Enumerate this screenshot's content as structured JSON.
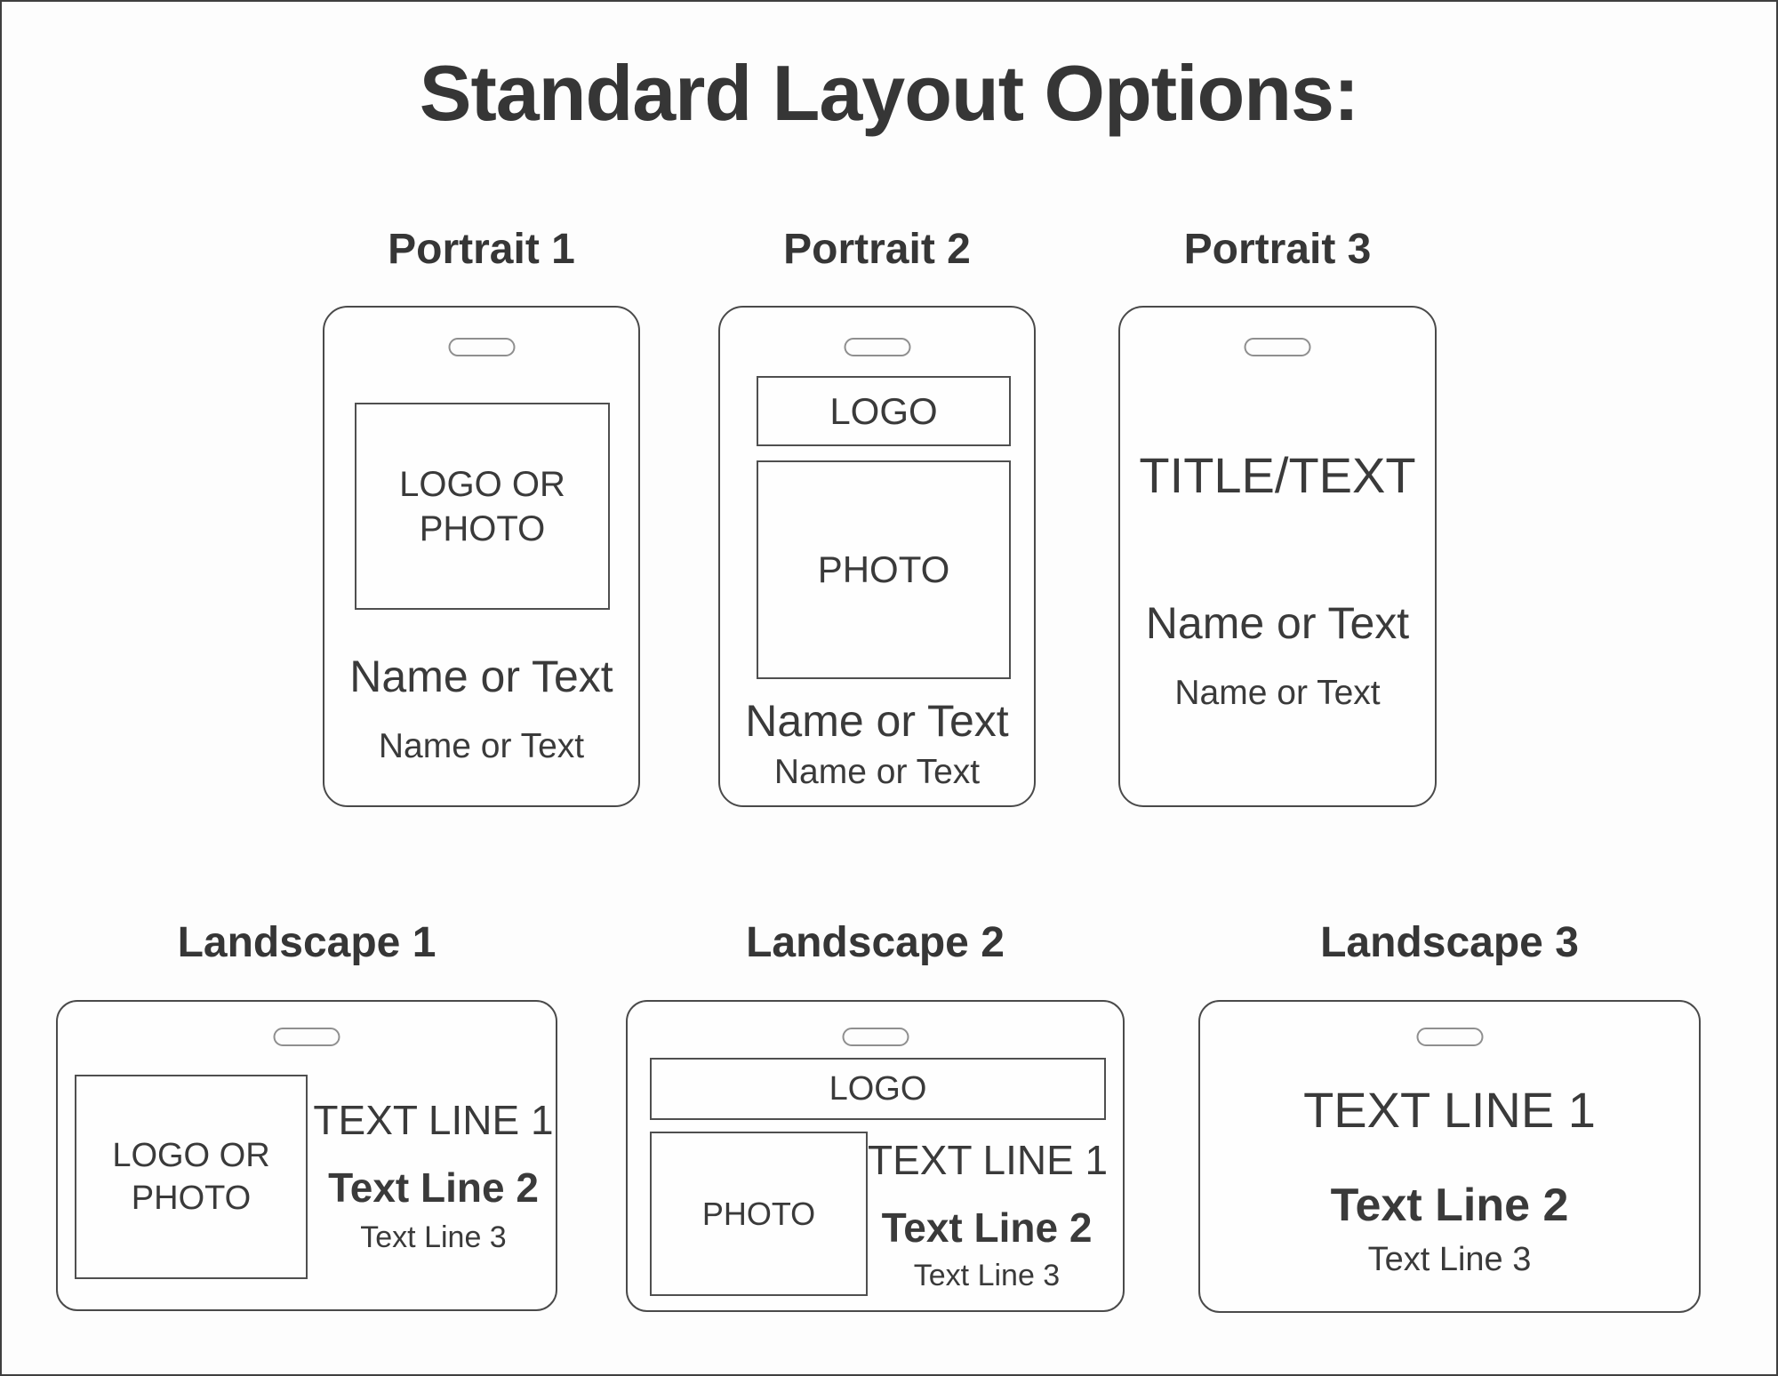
{
  "page": {
    "title": "Standard Layout Options:",
    "background": "#fdfdfd",
    "border_color": "#3f3f3f",
    "text_color": "#3a3a3a"
  },
  "portrait1": {
    "title": "Portrait 1",
    "box_label_line1": "LOGO OR",
    "box_label_line2": "PHOTO",
    "name_large": "Name or Text",
    "name_small": "Name or Text"
  },
  "portrait2": {
    "title": "Portrait 2",
    "logo_label": "LOGO",
    "photo_label": "PHOTO",
    "name_large": "Name or Text",
    "name_small": "Name or Text"
  },
  "portrait3": {
    "title": "Portrait 3",
    "title_text": "TITLE/TEXT",
    "name_large": "Name or Text",
    "name_small": "Name or Text"
  },
  "landscape1": {
    "title": "Landscape 1",
    "box_label_line1": "LOGO OR",
    "box_label_line2": "PHOTO",
    "text_line1": "TEXT LINE 1",
    "text_line2": "Text Line 2",
    "text_line3": "Text Line 3"
  },
  "landscape2": {
    "title": "Landscape 2",
    "logo_label": "LOGO",
    "photo_label": "PHOTO",
    "text_line1": "TEXT LINE 1",
    "text_line2": "Text Line 2",
    "text_line3": "Text Line 3"
  },
  "landscape3": {
    "title": "Landscape 3",
    "text_line1": "TEXT LINE 1",
    "text_line2": "Text Line 2",
    "text_line3": "Text Line 3"
  }
}
